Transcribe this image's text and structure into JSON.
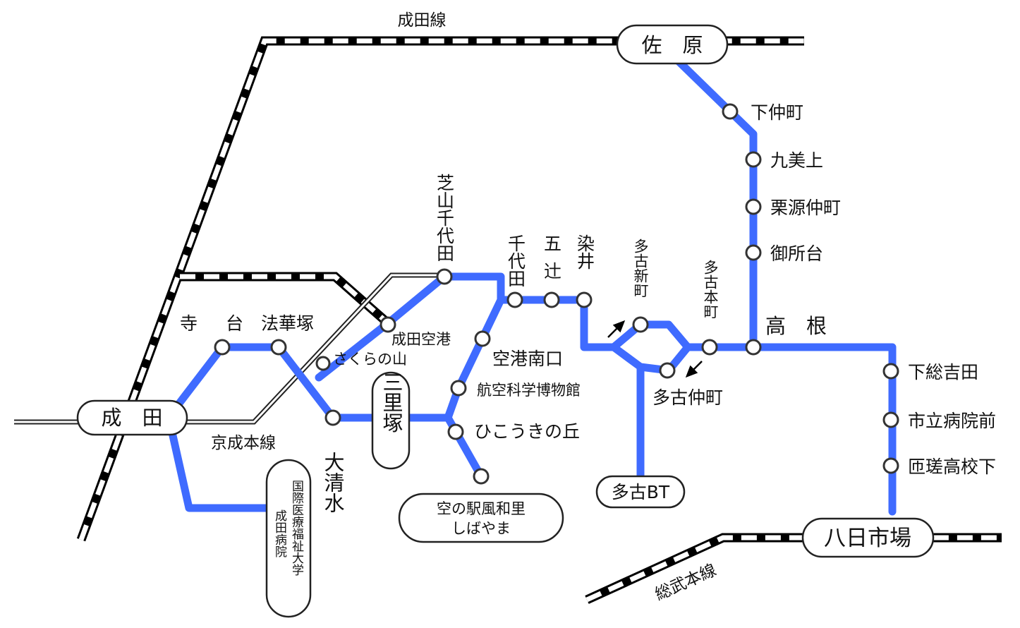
{
  "colors": {
    "bus_route": "#3f6bff",
    "jr_rail": "#000000",
    "keisei_rail": "#222222",
    "stop_fill": "#ffffff",
    "stop_stroke": "#333333"
  },
  "rail_lines": {
    "narita_line": "成田線",
    "keisei_main": "京成本線",
    "sobu_main": "総武本線"
  },
  "terminals": {
    "sawara": "佐　原",
    "narita": "成　田",
    "yokaichiba": "八日市場",
    "sanrizuka": "三里塚",
    "tako_bt": "多古BT",
    "michinoeki_line1": "空の駅風和里",
    "michinoeki_line2": "しばやま",
    "hospital_line1": "国際医療福祉大学",
    "hospital_line2": "成田病院"
  },
  "stops": {
    "shimonakacho": "下仲町",
    "kumikami": "九美上",
    "kurimotonakacho": "栗源仲町",
    "goshodai": "御所台",
    "takane": "高　根",
    "shimofusayoshida": "下総吉田",
    "shiritsubyoin": "市立病院前",
    "sosakoko": "匝瑳高校下",
    "terada": "寺　台",
    "hokezuka": "法華塚",
    "sakuranoyama": "さくらの山",
    "oshimizu": "大清水",
    "narita_airport": "成田空港",
    "shibayama_chiyoda": "芝山千代田",
    "chiyoda": "千代田",
    "goji": "五辻",
    "somei": "染井",
    "kuko_minamiguchi": "空港南口",
    "aviation_museum": "航空科学博物館",
    "hikoki_hill": "ひこうきの丘",
    "tako_shinmachi": "多古新町",
    "tako_honmachi": "多古本町",
    "tako_nakacho": "多古仲町"
  }
}
